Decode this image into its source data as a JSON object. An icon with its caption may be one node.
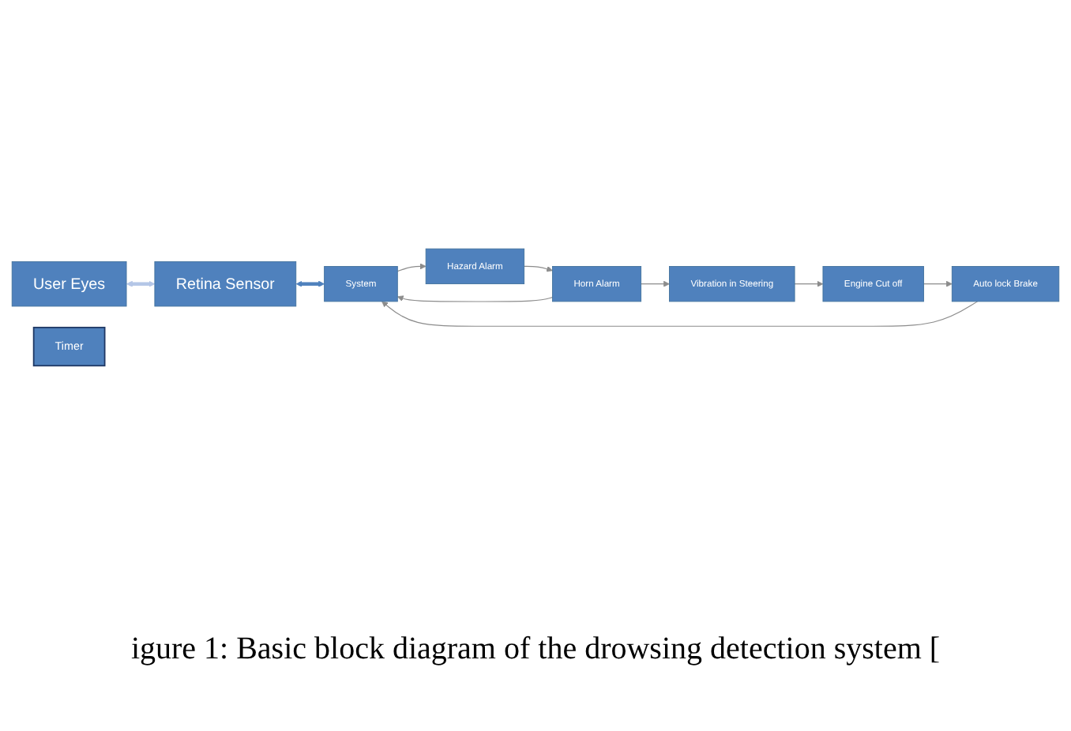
{
  "diagram": {
    "caption": "igure 1: Basic block diagram of the drowsing detection system [",
    "nodes": [
      {
        "text": [
          "User Eyes"
        ]
      },
      {
        "text": [
          "Retina Sensor"
        ]
      },
      {
        "text": [
          "System"
        ]
      },
      {
        "text": [
          "Hazard Alarm"
        ]
      },
      {
        "text": [
          "Horn Alarm"
        ]
      },
      {
        "text": [
          "Vibration in Steering"
        ]
      },
      {
        "text": [
          "Engine Cut off"
        ]
      },
      {
        "text": [
          "Auto lock Brake"
        ]
      },
      {
        "text": [
          "Timer"
        ]
      }
    ],
    "edges": [
      {
        "from": 0,
        "to": 1,
        "arrow": "both",
        "style": "thick",
        "color": "#b4c6e7"
      },
      {
        "from": 1,
        "to": 2,
        "arrow": "both",
        "style": "thick",
        "color": "#4f81bd"
      },
      {
        "from": 2,
        "to": 3,
        "arrow": "to"
      },
      {
        "from": 3,
        "to": 4,
        "arrow": "to"
      },
      {
        "from": 4,
        "to": 2,
        "arrow": "to"
      },
      {
        "from": 4,
        "to": 5,
        "arrow": "to"
      },
      {
        "from": 5,
        "to": 6,
        "arrow": "to"
      },
      {
        "from": 6,
        "to": 7,
        "arrow": "to"
      },
      {
        "from": 7,
        "to": 2,
        "arrow": "to"
      }
    ]
  }
}
